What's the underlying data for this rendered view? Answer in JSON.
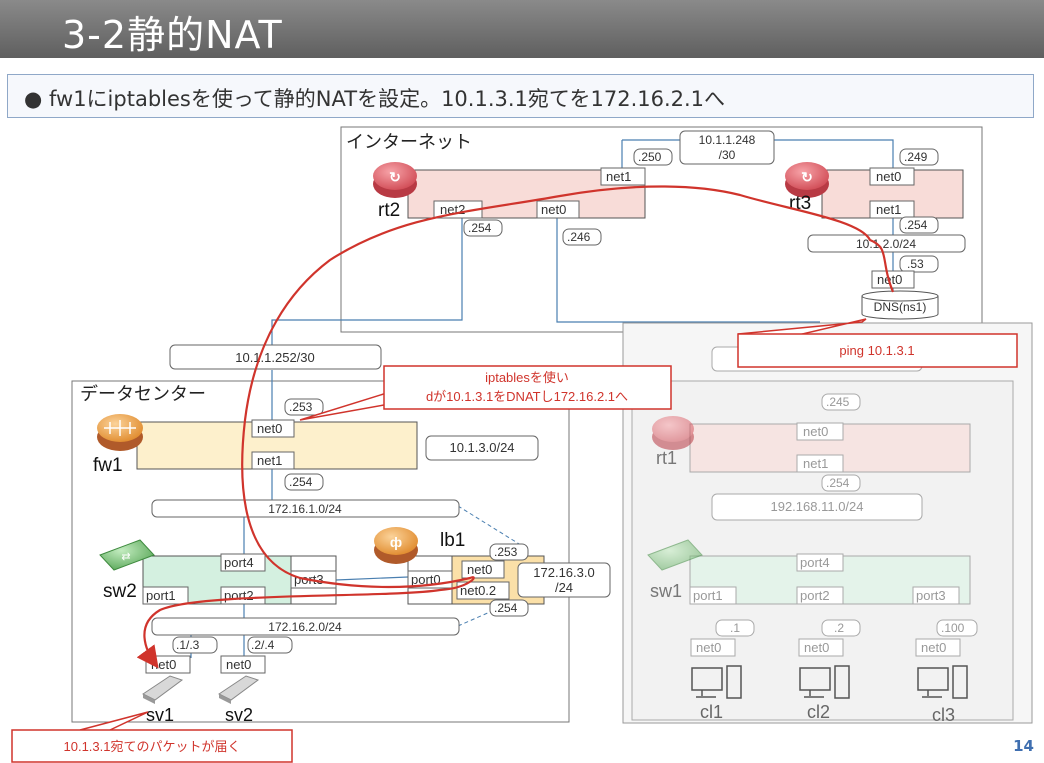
{
  "title": "3-2静的NAT",
  "bullet": "● fw1にiptablesを使って静的NATを設定。10.1.3.1宛てを172.16.2.1へ",
  "page_number": "14",
  "zones": {
    "internet": "インターネット",
    "datacenter": "データセンター"
  },
  "devices": {
    "rt2": "rt2",
    "rt3": "rt3",
    "rt1": "rt1",
    "fw1": "fw1",
    "lb1": "lb1",
    "sw2": "sw2",
    "sw1": "sw1",
    "sv1": "sv1",
    "sv2": "sv2",
    "cl1": "cl1",
    "cl2": "cl2",
    "cl3": "cl3",
    "dns": "DNS(ns1)"
  },
  "networks": {
    "n248a": "10.1.1.248",
    "n248b": "/30",
    "n252": "10.1.1.252/30",
    "n2": "10.1.2.0/24",
    "n3": "10.1.3.0/24",
    "n16_1": "172.16.1.0/24",
    "n16_2": "172.16.2.0/24",
    "n16_3a": "172.16.3.0",
    "n16_3b": "/24",
    "n192": "192.168.11.0/24"
  },
  "ports": {
    "net0": "net0",
    "net1": "net1",
    "net2": "net2",
    "net0_2": "net0.2",
    "port0": "port0",
    "port1": "port1",
    "port2": "port2",
    "port3": "port3",
    "port4": "port4"
  },
  "addrs": {
    "a250": ".250",
    "a249": ".249",
    "a254": ".254",
    "a246": ".246",
    "a53": ".53",
    "a253": ".253",
    "a245": ".245",
    "a13": ".1/.3",
    "a24": ".2/.4",
    "a1": ".1",
    "a2": ".2",
    "a100": ".100"
  },
  "callouts": {
    "ping": "ping 10.1.3.1",
    "dnat1": "iptablesを使い",
    "dnat2": "dが10.1.3.1をDNATし172.16.2.1へ",
    "arrive": "10.1.3.1宛てのパケットが届く"
  },
  "colors": {
    "router": "#f8dcd8",
    "firewall": "#fdf0cc",
    "switch": "#d4f0e0",
    "lb": "#fbe0a8",
    "callout": "#d0342c",
    "line": "#4a7fb0"
  }
}
